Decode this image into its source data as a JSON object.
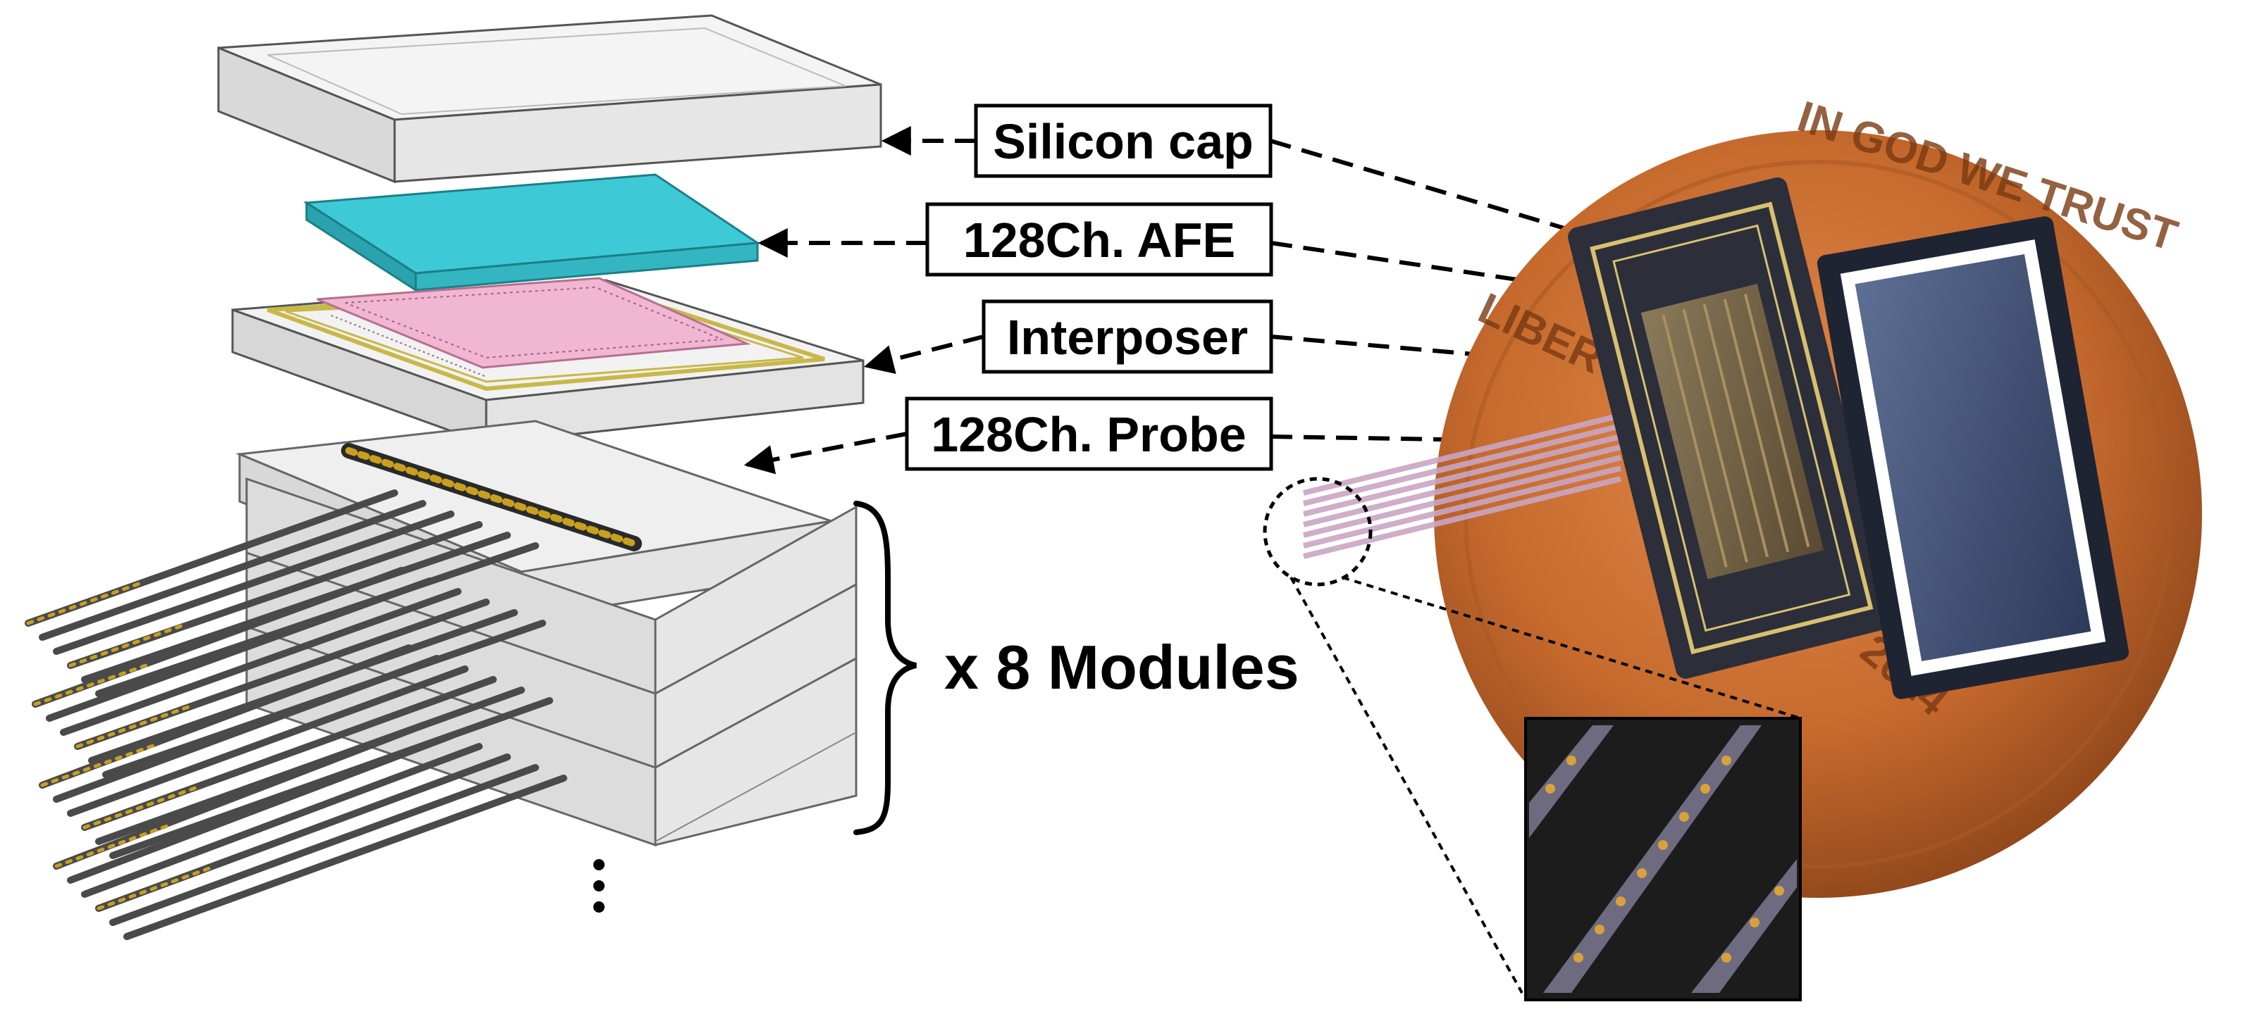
{
  "labels": {
    "silicon_cap": "Silicon cap",
    "afe": "128Ch. AFE",
    "interposer": "Interposer",
    "probe": "128Ch. Probe",
    "modules": "x 8 Modules"
  },
  "coin_text": {
    "motto": "IN GOD WE TRUST",
    "liberty": "LIBER",
    "year": "2014"
  },
  "colors": {
    "afe_layer": "#3ec9d6",
    "interposer_frame": "#c8b84a",
    "interposer_pad_area": "#f0b6d2",
    "coin": "#c66a2e",
    "inset_background": "#1c1c1c"
  }
}
